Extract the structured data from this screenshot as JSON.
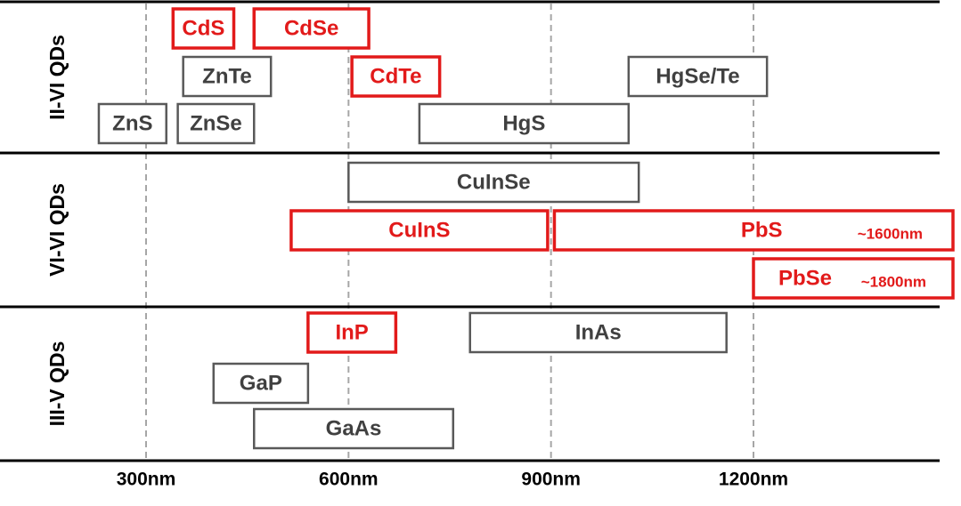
{
  "groups": [
    {
      "label": "II-VI QDs",
      "items": [
        {
          "name": "CdS",
          "highlight": true,
          "row": 0,
          "start": 340,
          "end": 430
        },
        {
          "name": "CdSe",
          "highlight": true,
          "row": 0,
          "start": 460,
          "end": 630
        },
        {
          "name": "ZnTe",
          "highlight": false,
          "row": 1,
          "start": 355,
          "end": 485
        },
        {
          "name": "CdTe",
          "highlight": true,
          "row": 1,
          "start": 605,
          "end": 735
        },
        {
          "name": "HgSe/Te",
          "highlight": false,
          "row": 1,
          "start": 1015,
          "end": 1220
        },
        {
          "name": "ZnS",
          "highlight": false,
          "row": 2,
          "start": 230,
          "end": 330
        },
        {
          "name": "ZnSe",
          "highlight": false,
          "row": 2,
          "start": 347,
          "end": 460
        },
        {
          "name": "HgS",
          "highlight": false,
          "row": 2,
          "start": 705,
          "end": 1015
        }
      ]
    },
    {
      "label": "VI-VI QDs",
      "items": [
        {
          "name": "CuInSe",
          "highlight": false,
          "row": 0,
          "start": 600,
          "end": 1030
        },
        {
          "name": "CuInS",
          "highlight": true,
          "row": 1,
          "start": 515,
          "end": 895
        },
        {
          "name": "PbS",
          "highlight": true,
          "row": 1,
          "start": 905,
          "end": 1500,
          "note": "~1600nm"
        },
        {
          "name": "PbSe",
          "highlight": true,
          "row": 2,
          "start": 1200,
          "end": 1500,
          "note": "~1800nm"
        }
      ]
    },
    {
      "label": "III-V QDs",
      "items": [
        {
          "name": "InP",
          "highlight": true,
          "row": 0,
          "start": 540,
          "end": 670
        },
        {
          "name": "InAs",
          "highlight": false,
          "row": 0,
          "start": 780,
          "end": 1160
        },
        {
          "name": "GaP",
          "highlight": false,
          "row": 1,
          "start": 400,
          "end": 540
        },
        {
          "name": "GaAs",
          "highlight": false,
          "row": 2,
          "start": 460,
          "end": 755
        }
      ]
    }
  ],
  "axis": {
    "ticks": [
      300,
      600,
      900,
      1200
    ],
    "tick_labels": [
      "300nm",
      "600nm",
      "900nm",
      "1200nm"
    ],
    "unit": "nm"
  },
  "colors": {
    "highlight": "#e21a1a",
    "normal": "#595959",
    "normal_text": "#404040",
    "grid": "#a6a6a6",
    "separator": "#000000"
  }
}
